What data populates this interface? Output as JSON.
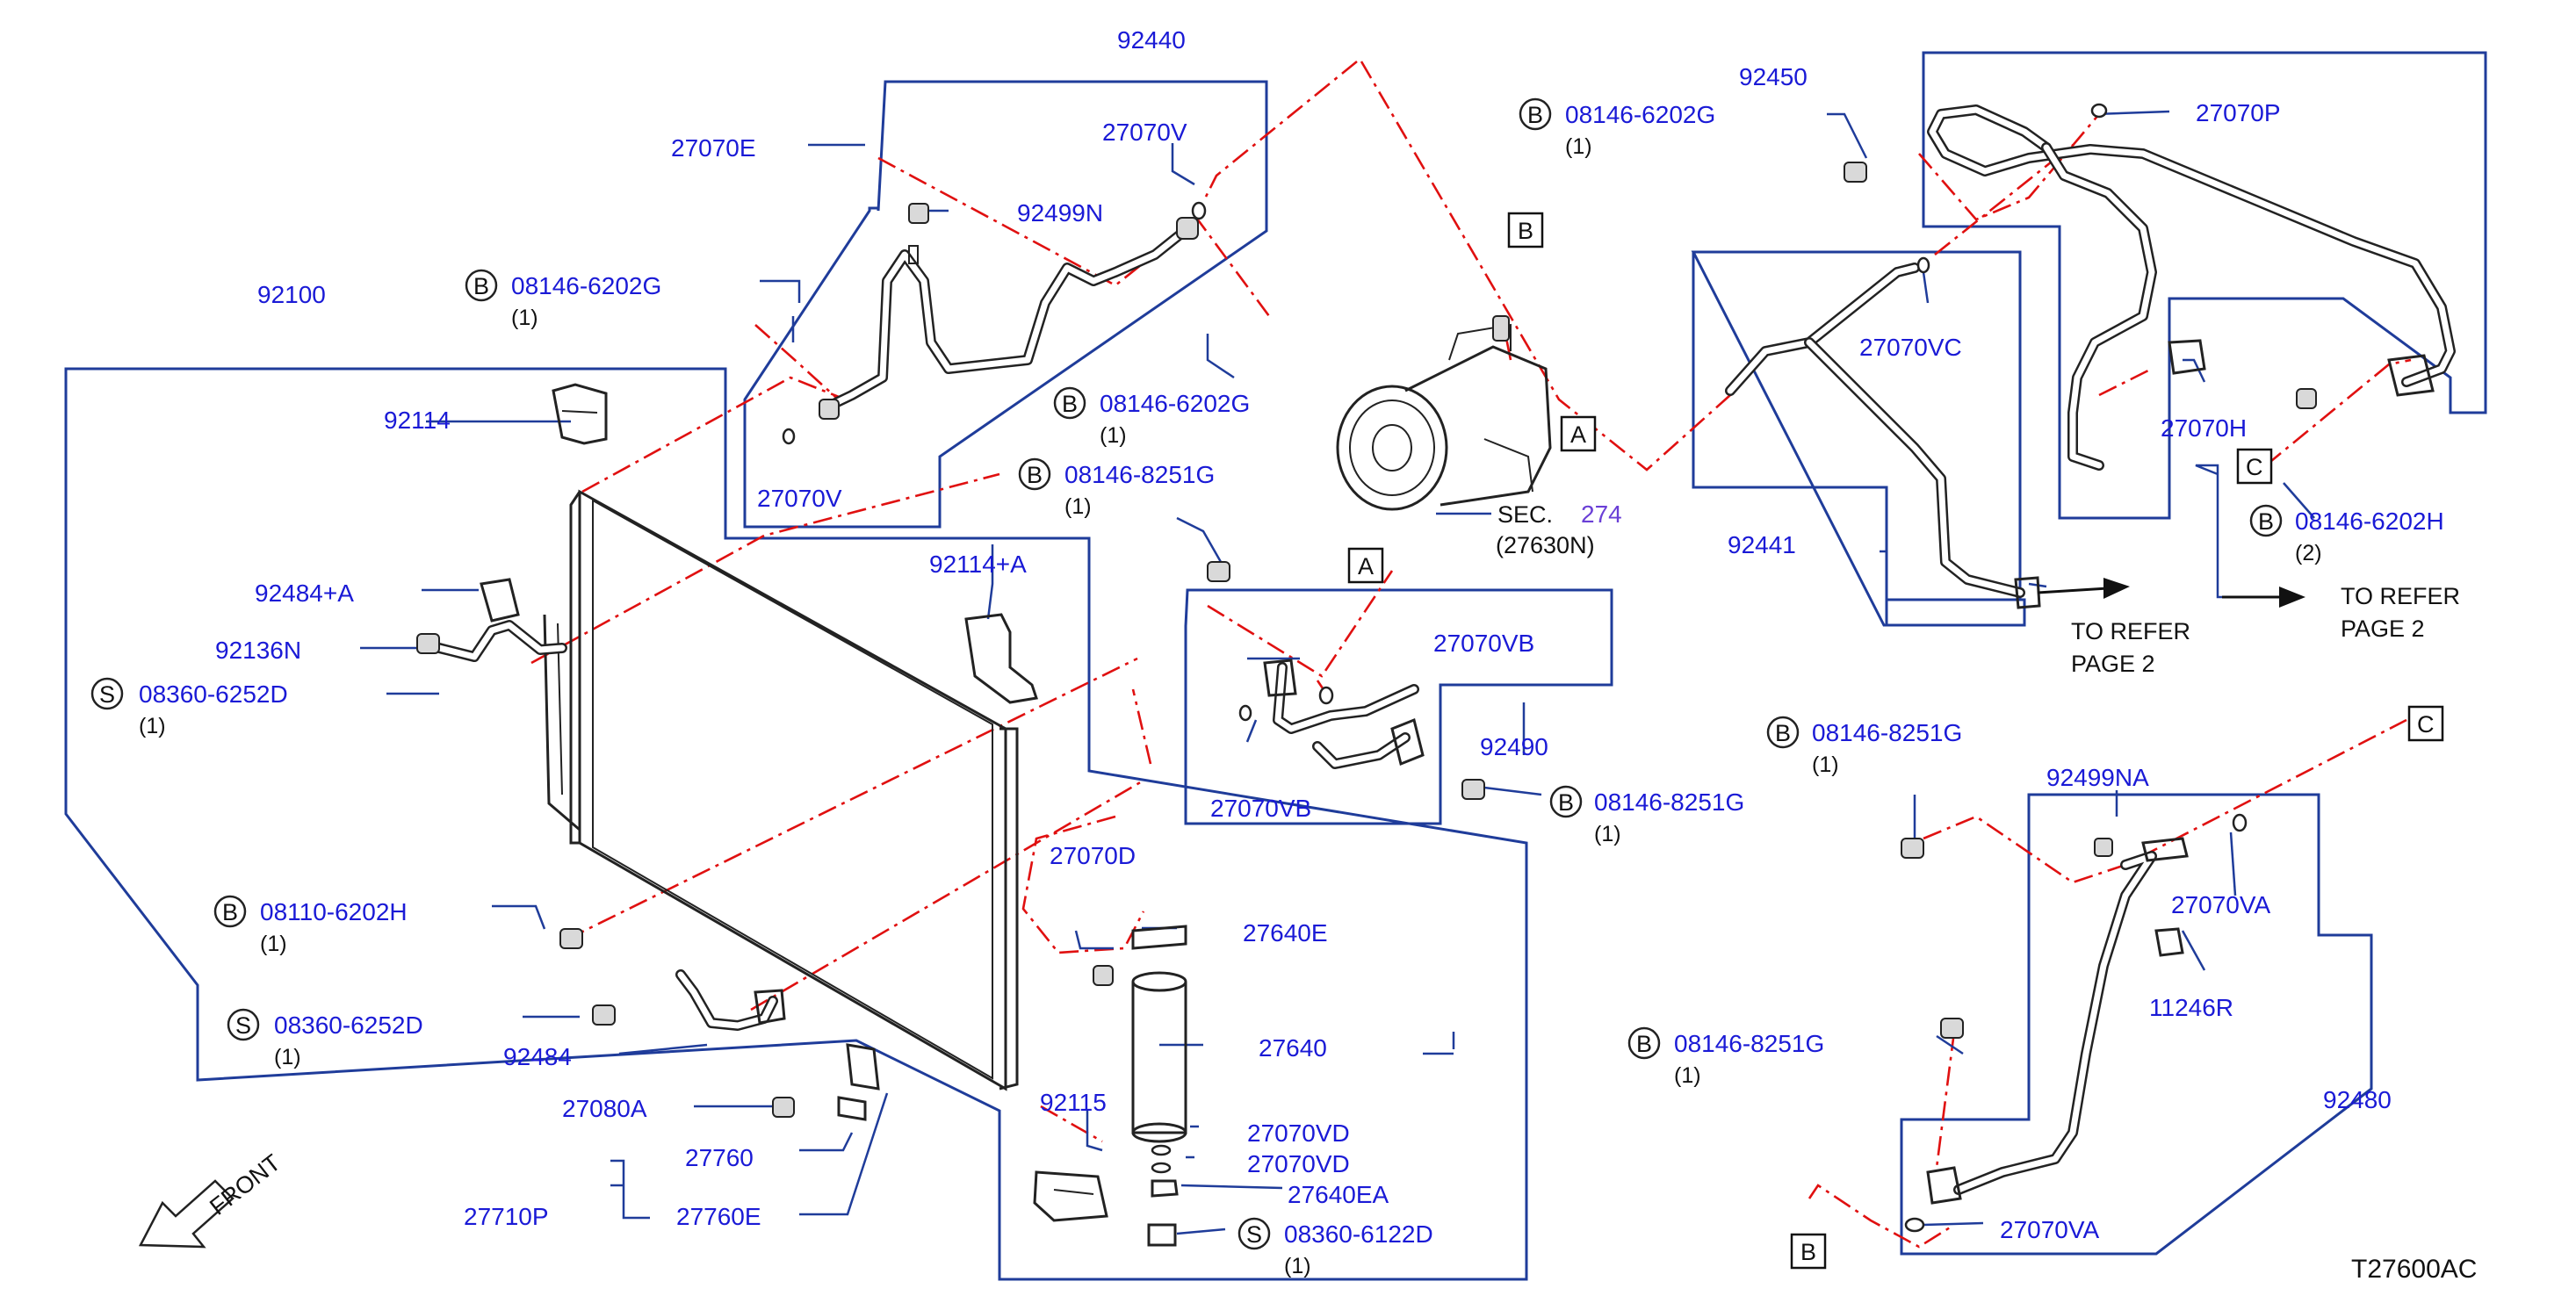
{
  "diagram_code": "T27600AC",
  "front_label": "FRONT",
  "refer_text": {
    "line1": "TO  REFER",
    "line2": "PAGE  2"
  },
  "sec_ref": {
    "prefix": "SEC.",
    "number": "274",
    "sub": "(27630N)"
  },
  "link_markers": [
    "A",
    "B",
    "C"
  ],
  "group_labels": {
    "g92440": "92440",
    "g92100": "92100",
    "g92450": "92450",
    "g92441": "92441",
    "g92490": "92490",
    "g92480": "92480",
    "g27710P": "27710P"
  },
  "parts": {
    "p27070E": "27070E",
    "p27070V_top": "27070V",
    "p92499N": "92499N",
    "p27070V_bot": "27070V",
    "p92114": "92114",
    "p92484A": "92484+A",
    "p92136N": "92136N",
    "p92114A": "92114+A",
    "p27070BV_top": "27070VB",
    "p27070BV_bot": "27070VB",
    "p27070D": "27070D",
    "p27640E": "27640E",
    "p27640": "27640",
    "p92115": "92115",
    "p27070VD_1": "27070VD",
    "p27070VD_2": "27070VD",
    "p27640EA": "27640EA",
    "p92484": "92484",
    "p27080A": "27080A",
    "p27760": "27760",
    "p27760E": "27760E",
    "p27070P": "27070P",
    "p27070VC": "27070VC",
    "p27070H": "27070H",
    "p92499NA": "92499NA",
    "p27070VA_top": "27070VA",
    "p11246R": "11246R",
    "p27070VA_bot": "27070VA"
  },
  "fasteners": [
    {
      "id": "f1",
      "symbol": "B",
      "code": "08146-6202G",
      "qty": "(1)"
    },
    {
      "id": "f2",
      "symbol": "B",
      "code": "08146-6202G",
      "qty": "(1)"
    },
    {
      "id": "f3",
      "symbol": "B",
      "code": "08146-6202G",
      "qty": "(1)"
    },
    {
      "id": "f4",
      "symbol": "B",
      "code": "08146-8251G",
      "qty": "(1)"
    },
    {
      "id": "f5",
      "symbol": "S",
      "code": "08360-6252D",
      "qty": "(1)"
    },
    {
      "id": "f6",
      "symbol": "B",
      "code": "08110-6202H",
      "qty": "(1)"
    },
    {
      "id": "f7",
      "symbol": "S",
      "code": "08360-6252D",
      "qty": "(1)"
    },
    {
      "id": "f8",
      "symbol": "B",
      "code": "08146-8251G",
      "qty": "(1)"
    },
    {
      "id": "f9",
      "symbol": "S",
      "code": "08360-6122D",
      "qty": "(1)"
    },
    {
      "id": "f10",
      "symbol": "B",
      "code": "08146-6202H",
      "qty": "(2)"
    },
    {
      "id": "f11",
      "symbol": "B",
      "code": "08146-8251G",
      "qty": "(1)"
    },
    {
      "id": "f12",
      "symbol": "B",
      "code": "08146-8251G",
      "qty": "(1)"
    }
  ],
  "colors": {
    "leader_blue": "#1f3c9a",
    "label_blue": "#1a1ad6",
    "chain_red": "#e01010",
    "ink": "#222222"
  }
}
